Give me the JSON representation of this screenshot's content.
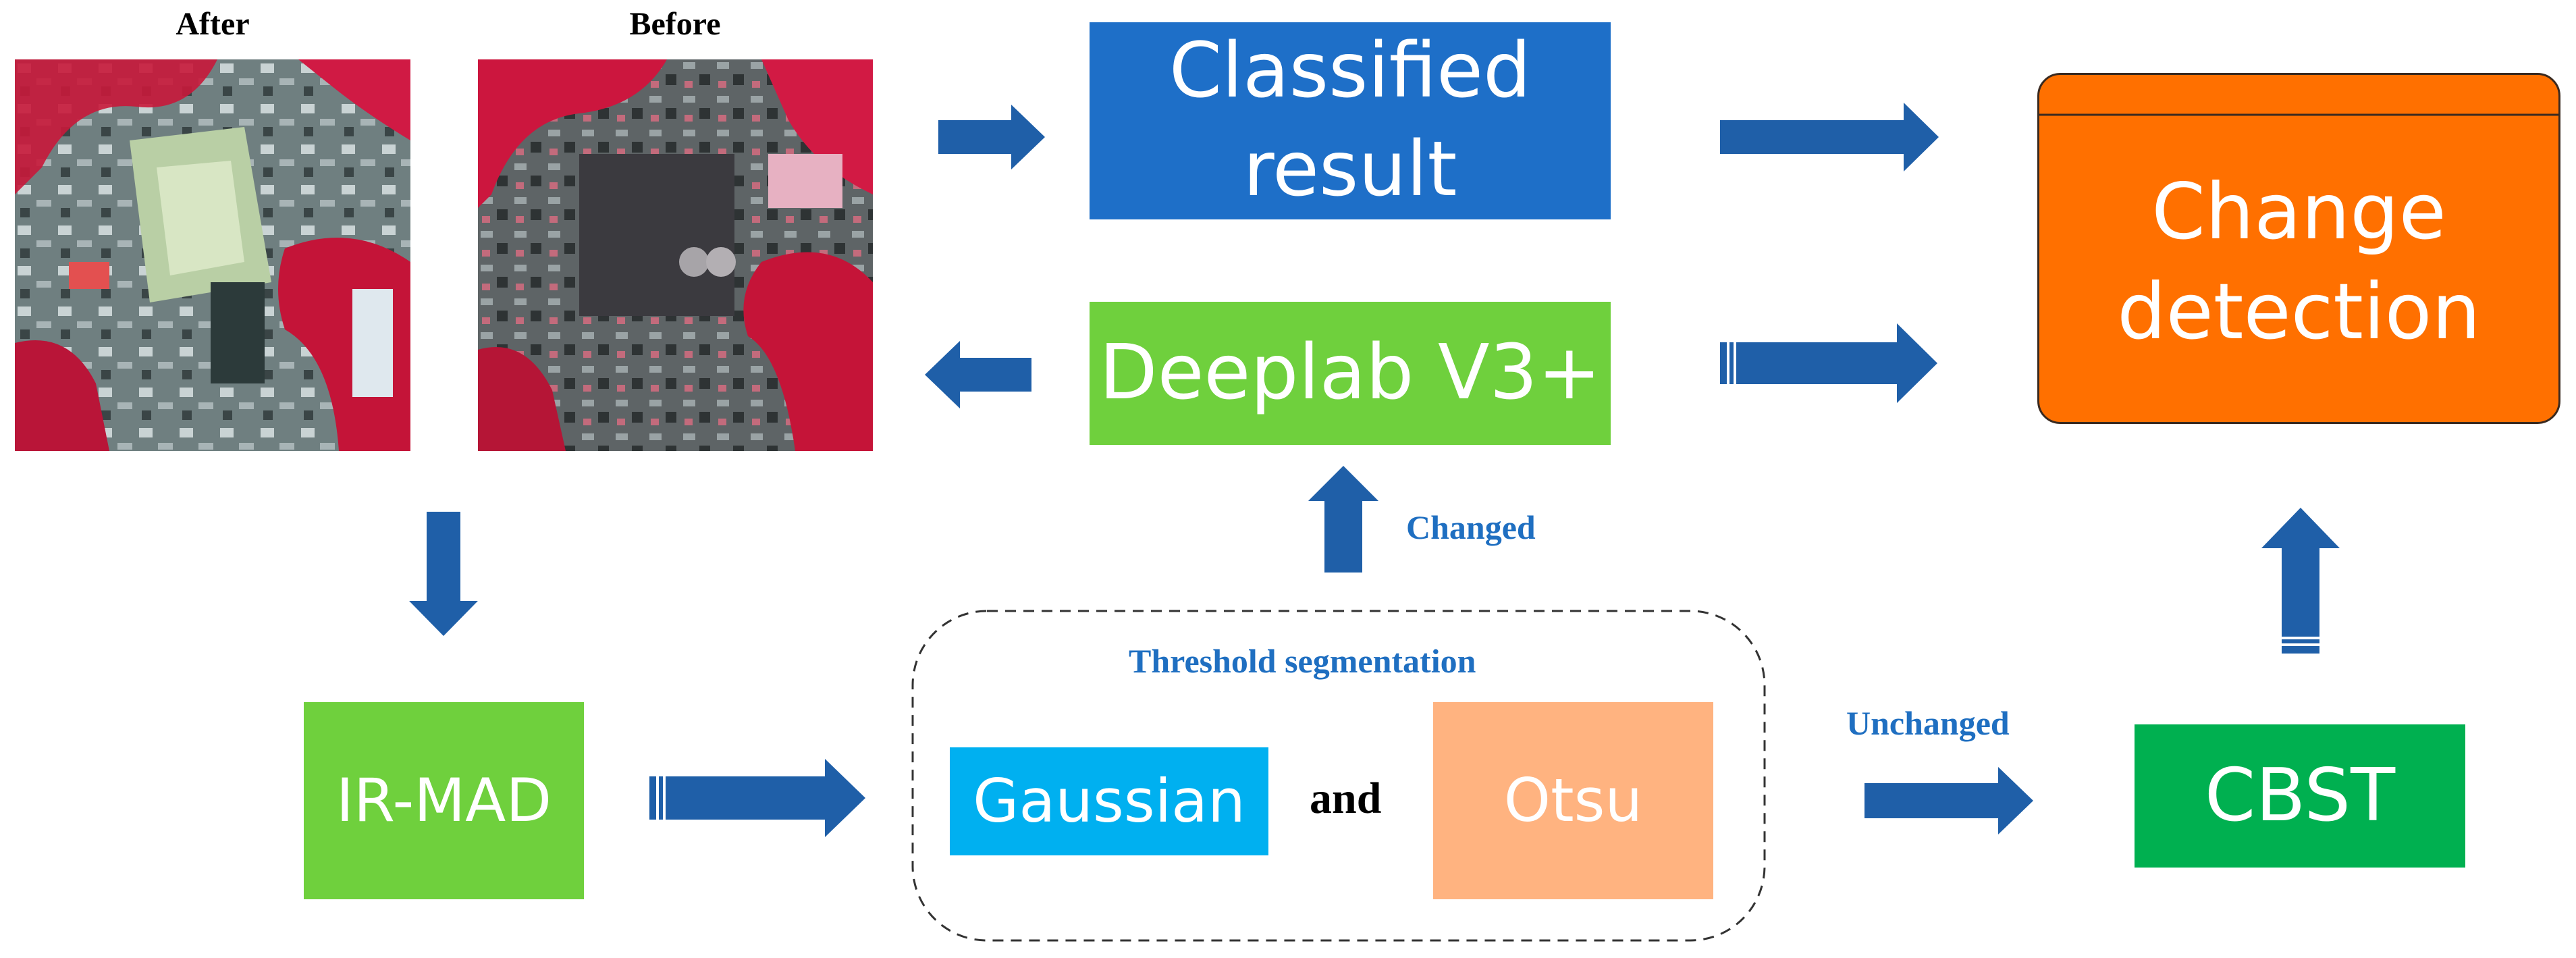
{
  "images": {
    "after_label": "After",
    "before_label": "Before"
  },
  "boxes": {
    "classified": "Classified\nresult",
    "deeplab": "Deeplab V3+",
    "change_detection": "Change\ndetection",
    "irmad": "IR-MAD",
    "gaussian": "Gaussian",
    "otsu": "Otsu",
    "cbst": "CBST"
  },
  "labels": {
    "changed": "Changed",
    "threshold": "Threshold segmentation",
    "and": "and",
    "unchanged": "Unchanged"
  },
  "colors": {
    "arrow": "#1f5fa8",
    "classified": "#1e6fc8",
    "deeplab": "#6fd03d",
    "change_detection": "#ff7000",
    "irmad": "#6fd03d",
    "gaussian": "#00b0f0",
    "otsu": "#ffb380",
    "cbst": "#00b050",
    "label_blue": "#1f6fc1"
  }
}
